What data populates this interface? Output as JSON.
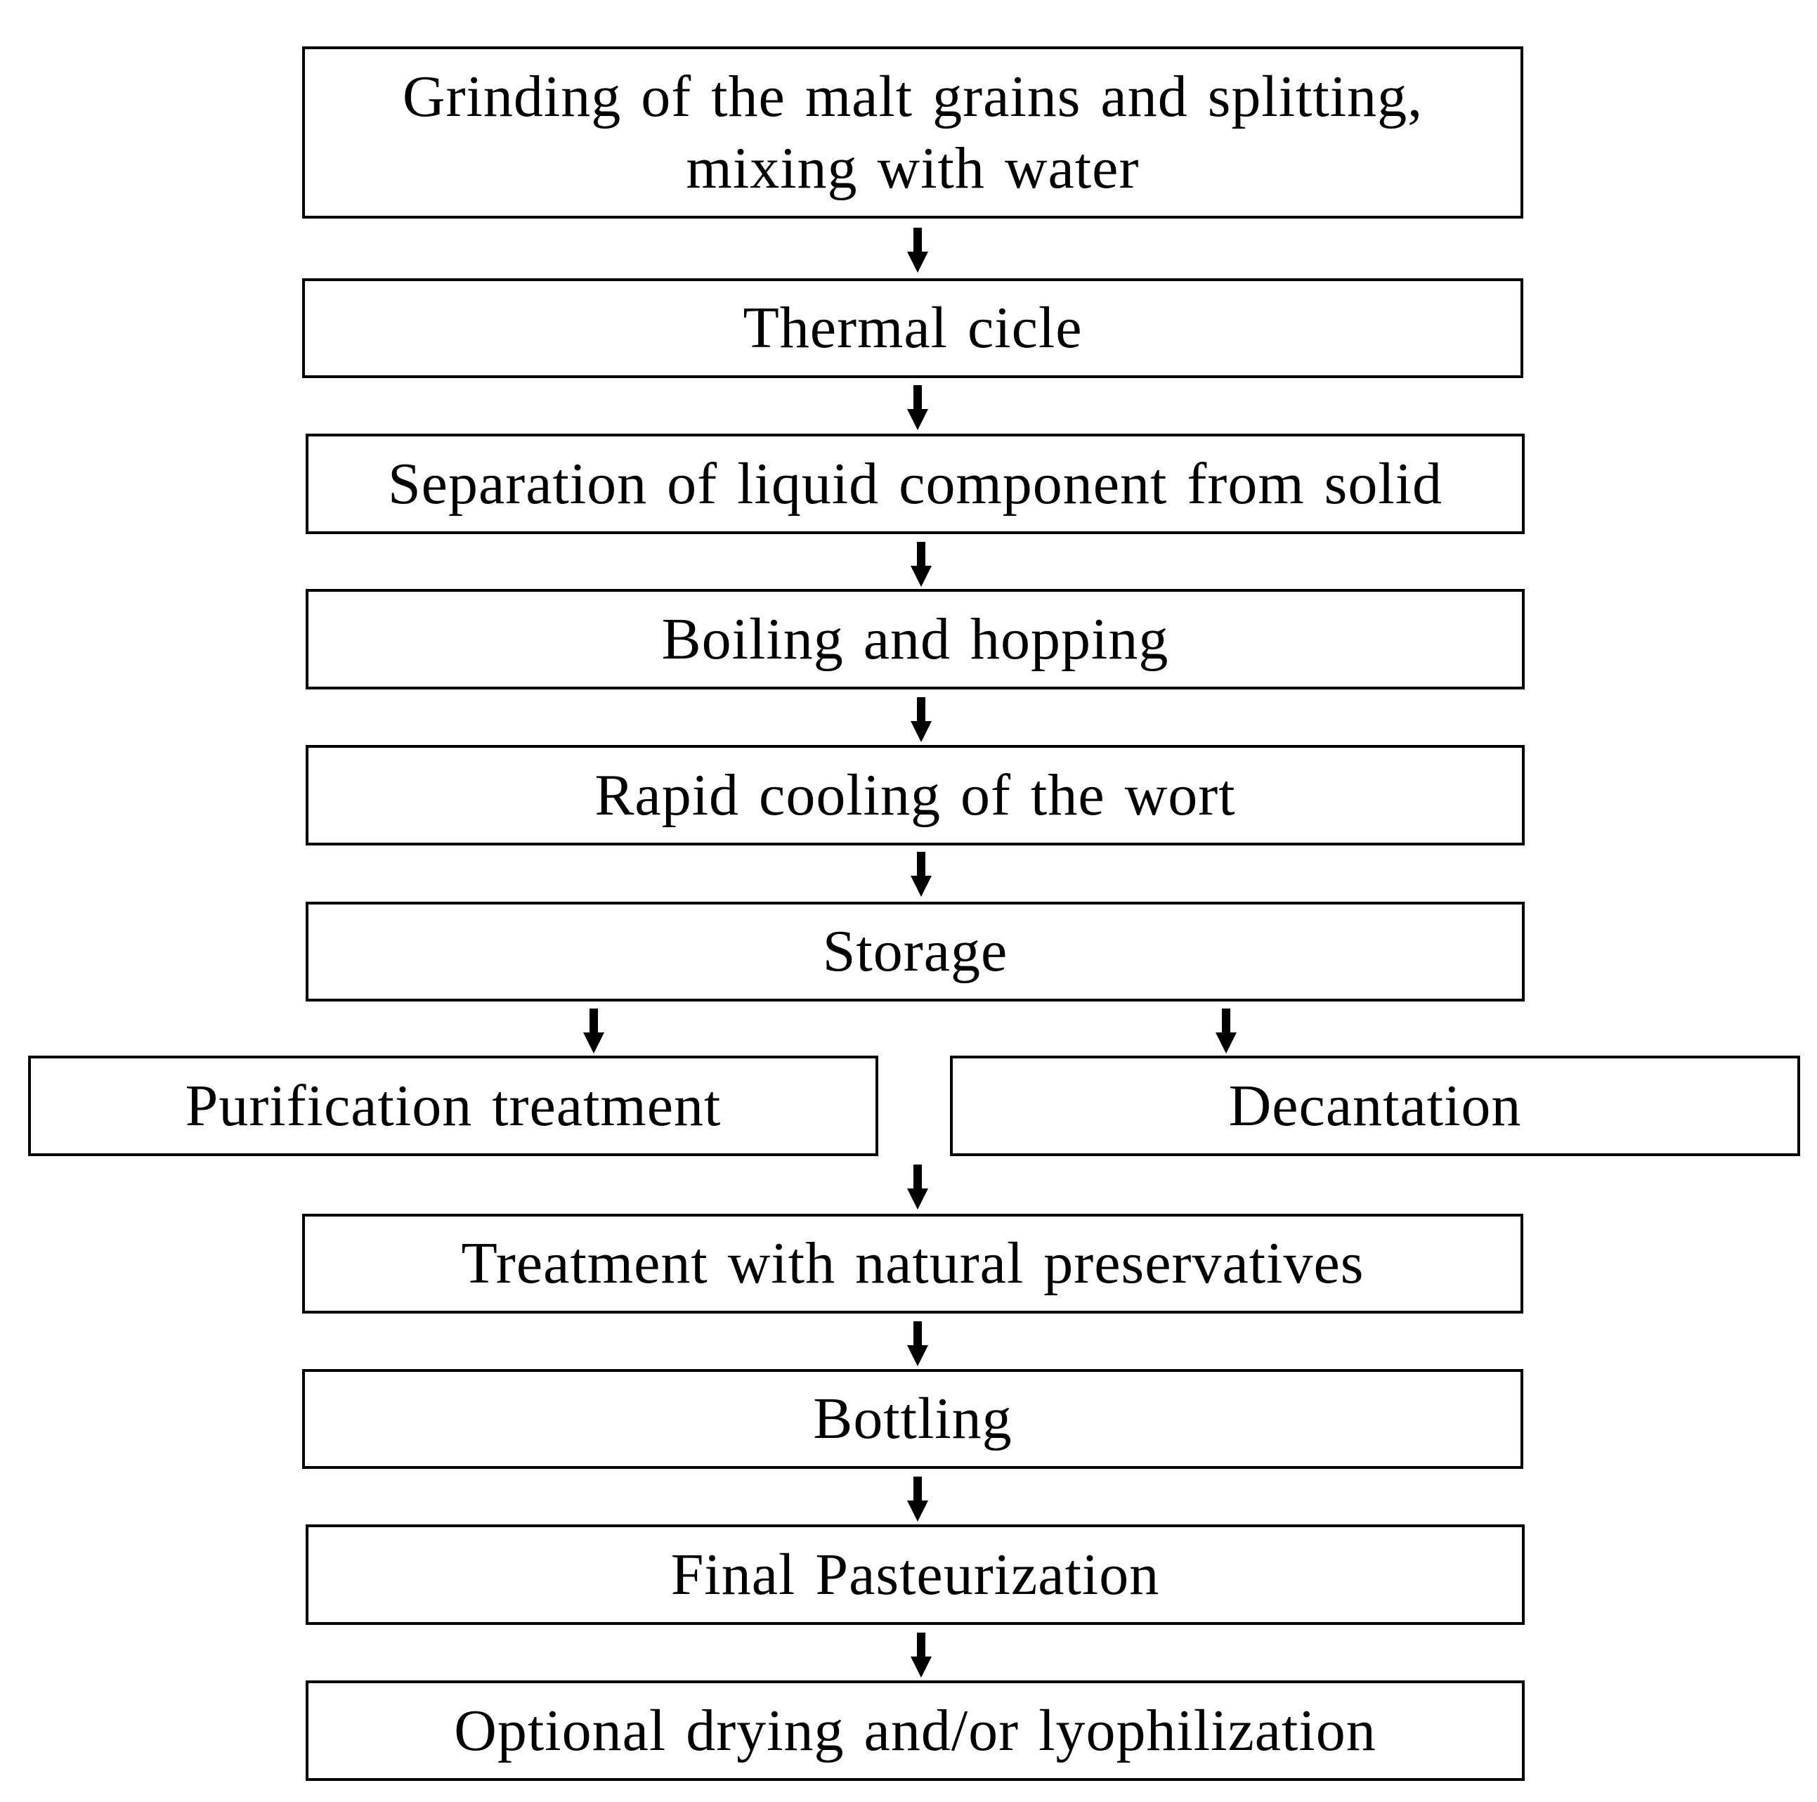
{
  "flowchart": {
    "steps": [
      "Grinding of the malt grains and splitting,\nmixing with water",
      "Thermal cicle",
      "Separation of liquid component from solid",
      "Boiling and hopping",
      "Rapid cooling of the wort",
      "Storage"
    ],
    "branches": [
      "Purification treatment",
      "Decantation"
    ],
    "final_steps": [
      "Treatment with natural preservatives",
      "Bottling",
      "Final Pasteurization",
      "Optional drying and/or lyophilization"
    ]
  },
  "colors": {
    "stroke": "#000000",
    "background": "#ffffff"
  }
}
